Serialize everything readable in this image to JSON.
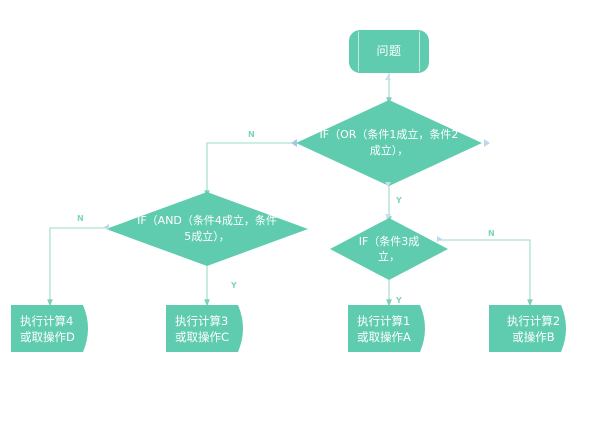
{
  "diagram": {
    "type": "flowchart",
    "title": "",
    "theme": {
      "node_fill": "#5FCBAF",
      "node_text": "#FFFFFF",
      "connector": "#8FD8C6",
      "edge_label": "#7FD6C0",
      "handle": "#BBD9EE",
      "background": "#FFFFFF"
    },
    "nodes": [
      {
        "id": "start",
        "shape": "terminator",
        "label": "问题"
      },
      {
        "id": "cond_or",
        "shape": "diamond",
        "label": "IF（OR（条件1成立，条件2成立），"
      },
      {
        "id": "cond_and",
        "shape": "diamond",
        "label": "IF（AND（条件4成立，条件5成立），"
      },
      {
        "id": "cond_3",
        "shape": "diamond",
        "label": "IF（条件3成立，"
      },
      {
        "id": "act_d",
        "shape": "banner",
        "label": "执行计算4\n或取操作D"
      },
      {
        "id": "act_c",
        "shape": "banner",
        "label": "执行计算3\n或取操作C"
      },
      {
        "id": "act_a",
        "shape": "banner",
        "label": "执行计算1\n或取操作A"
      },
      {
        "id": "act_b",
        "shape": "banner",
        "label": "执行计算2\n或操作B"
      }
    ],
    "edges": [
      {
        "from": "start",
        "to": "cond_or",
        "label": ""
      },
      {
        "from": "cond_or",
        "to": "cond_and",
        "label": "N"
      },
      {
        "from": "cond_or",
        "to": "cond_3",
        "label": "Y"
      },
      {
        "from": "cond_and",
        "to": "act_d",
        "label": "N"
      },
      {
        "from": "cond_and",
        "to": "act_c",
        "label": "Y"
      },
      {
        "from": "cond_3",
        "to": "act_a",
        "label": "Y"
      },
      {
        "from": "cond_3",
        "to": "act_b",
        "label": "N"
      }
    ]
  }
}
